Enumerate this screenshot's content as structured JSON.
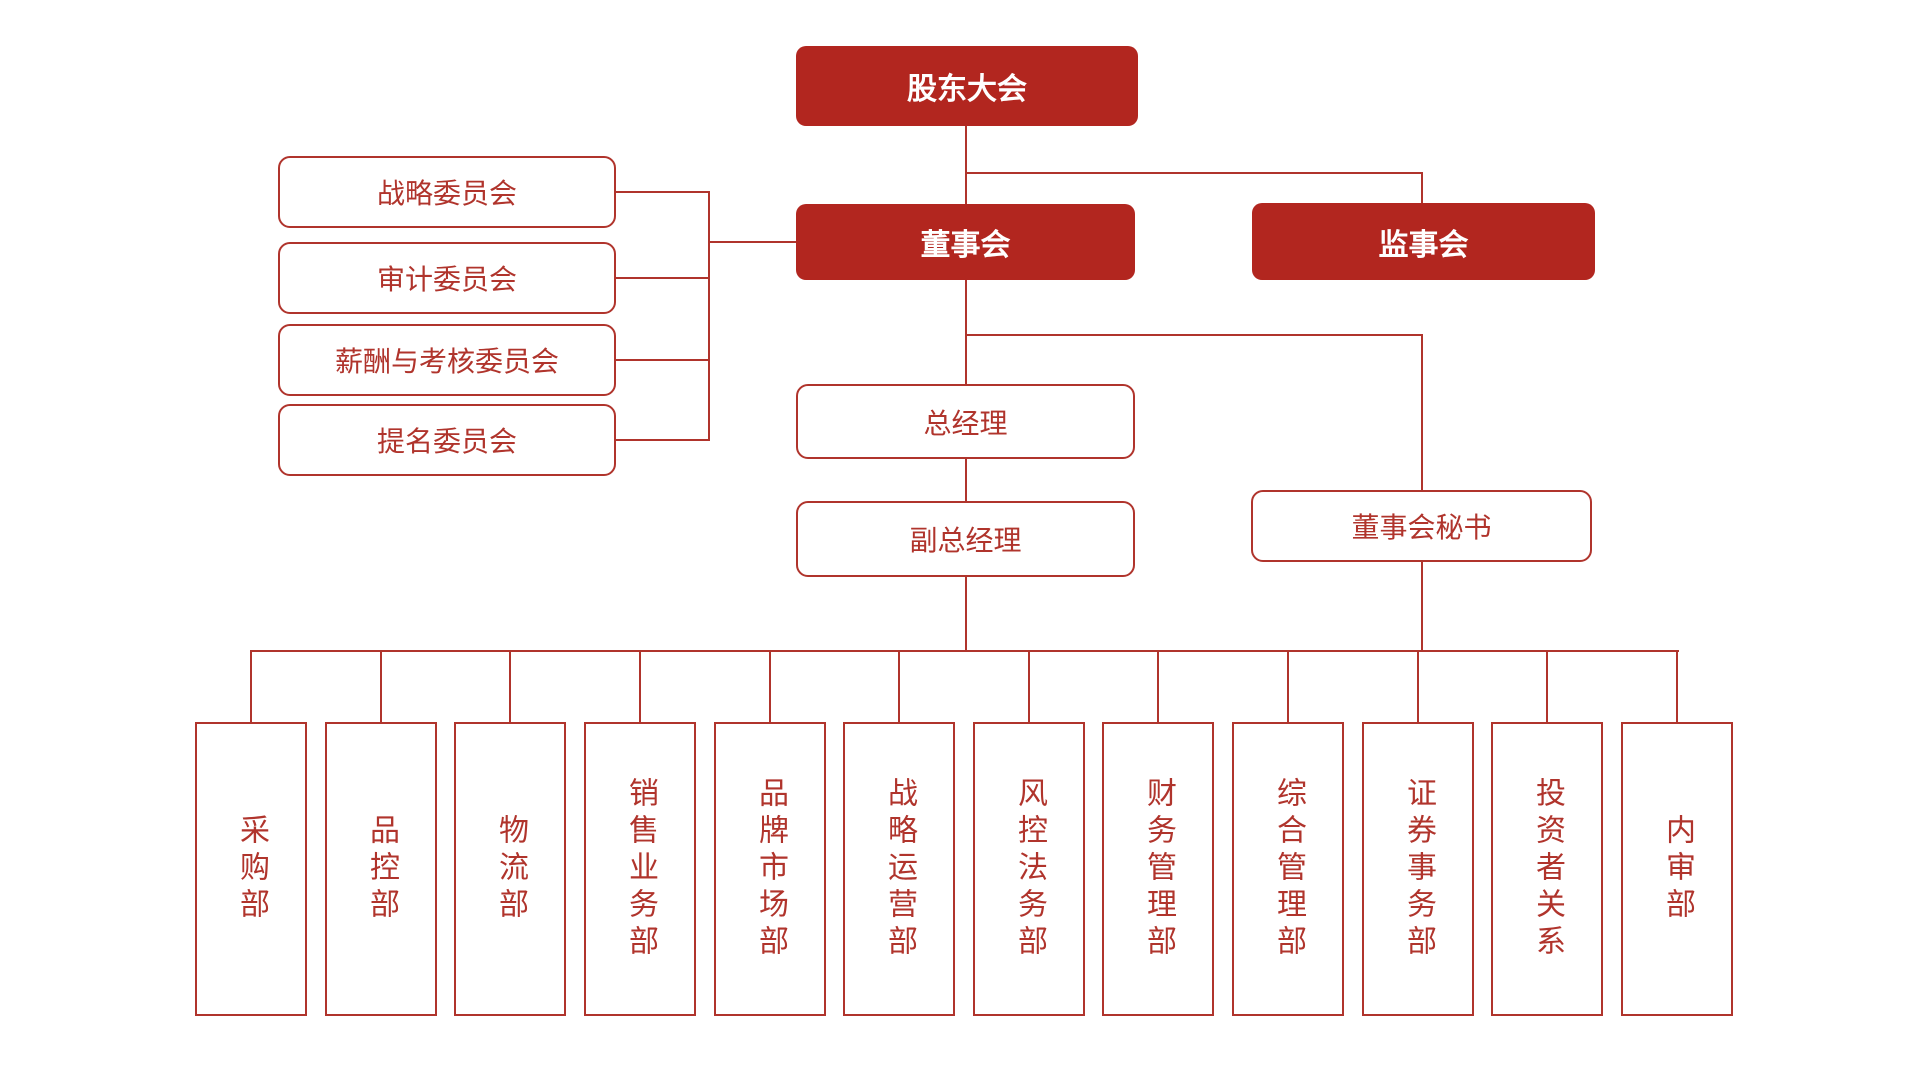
{
  "colors": {
    "box_fill_red": "#b2261f",
    "line_red": "#b0342c",
    "text_on_fill": "#ffffff"
  },
  "nodes": {
    "shareholders_meeting": {
      "label": "股东大会"
    },
    "board_of_directors": {
      "label": "董事会"
    },
    "supervisory_board": {
      "label": "监事会"
    },
    "general_manager": {
      "label": "总经理"
    },
    "deputy_general_manager": {
      "label": "副总经理"
    },
    "board_secretary": {
      "label": "董事会秘书"
    }
  },
  "committees": [
    {
      "label": "战略委员会"
    },
    {
      "label": "审计委员会"
    },
    {
      "label": "薪酬与考核委员会"
    },
    {
      "label": "提名委员会"
    }
  ],
  "departments": [
    {
      "label": "采购部"
    },
    {
      "label": "品控部"
    },
    {
      "label": "物流部"
    },
    {
      "label": "销售业务部"
    },
    {
      "label": "品牌市场部"
    },
    {
      "label": "战略运营部"
    },
    {
      "label": "风控法务部"
    },
    {
      "label": "财务管理部"
    },
    {
      "label": "综合管理部"
    },
    {
      "label": "证券事务部"
    },
    {
      "label": "投资者关系"
    },
    {
      "label": "内审部"
    }
  ]
}
